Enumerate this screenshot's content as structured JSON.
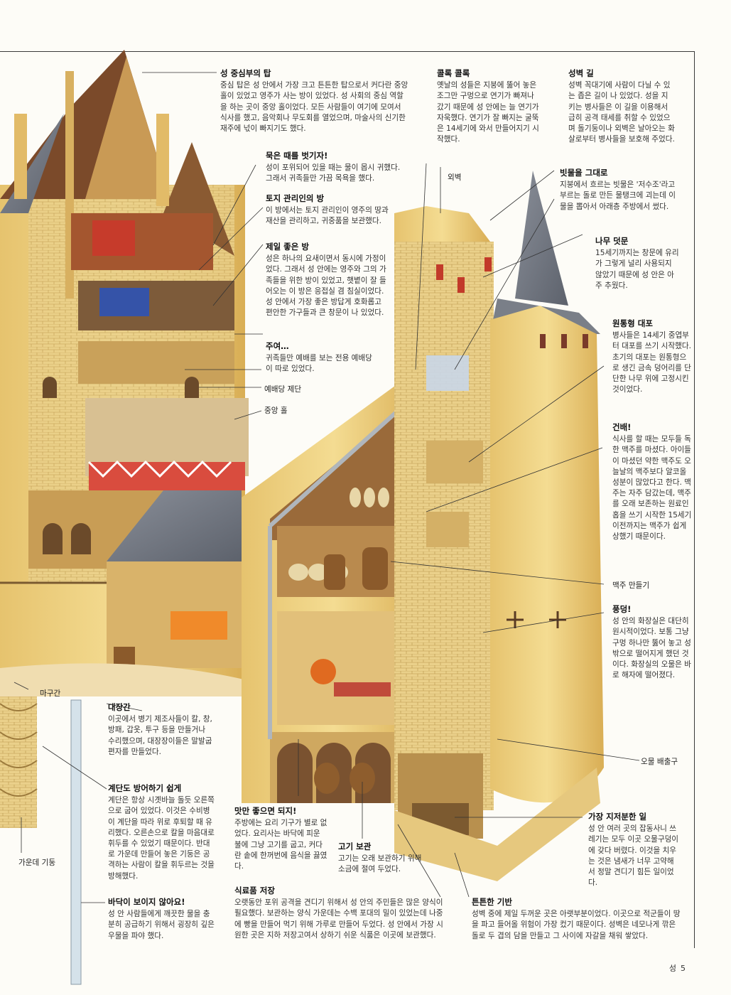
{
  "page": {
    "section": "성",
    "number": "5"
  },
  "callouts": {
    "keep": {
      "title": "성 중심부의 탑",
      "text": "중심 탑은 성 안에서 가장 크고 튼튼한 탑으로서 커다란 중앙 홀이 있었고 영주가 사는 방이 있었다. 성 사회의 중심 역할을 하는 곳이 중앙 홀이었다. 모든 사람들이 여기에 모여서 식사를 했고, 음악회나 무도회를 열었으며, 마술사의 신기한 재주에 넋이 빠지기도 했다."
    },
    "chimney": {
      "title": "콜록 콜록",
      "text": "옛날의 성들은 지붕에 뚫어 놓은 조그만 구멍으로 연기가 빠져나갔기 때문에 성 안에는 늘 연기가 자욱했다. 연기가 잘 빠지는 굴뚝은 14세기에 와서 만들어지기 시작했다."
    },
    "wallwalk": {
      "title": "성벽 길",
      "text": "성벽 꼭대기에 사람이 다닐 수 있는 좁은 길이 나 있었다. 성을 지키는 병사들은 이 길을 이용해서 급히 공격 태세를 취할 수 있었으며 돌기둥이나 외벽은 날아오는 화살로부터 병사들을 보호해 주었다."
    },
    "bath": {
      "title": "묵은 때를 벗기자!",
      "text": "성이 포위되어 있을 때는 물이 몹시 귀했다. 그래서 귀족들만 가끔 목욕을 했다."
    },
    "rain": {
      "title": "빗물을 그대로",
      "text": "지붕에서 흐르는 빗물은 '저수조'라고 부르는 돌로 만든 물탱크에 괴는데 이 물을 뽑아서 아래층 주방에서 썼다."
    },
    "steward": {
      "title": "토지 관리인의 방",
      "text": "이 방에서는 토지 관리인이 영주의 땅과 재산을 관리하고, 귀중품을 보관했다."
    },
    "shutters": {
      "title": "나무 덧문",
      "text": "15세기까지는 창문에 유리가 그렇게 널리 사용되지 않았기 때문에 성 안은 아주 추웠다."
    },
    "bestroom": {
      "title": "제일 좋은 방",
      "text": "성은 하나의 요새이면서 동시에 가정이었다. 그래서 성 안에는 영주와 그의 가족들을 위한 방이 있었고, 햇볕이 잘 들어오는 이 방은 응접실 겸 침실이었다. 성 안에서 가장 좋은 방답게 호화롭고 편안한 가구들과 큰 창문이 나 있었다."
    },
    "cannon": {
      "title": "원통형 대포",
      "text": "병사들은 14세기 중엽부터 대포를 쓰기 시작했다. 초기의 대포는 원통형으로 생긴 금속 덩어리를 단단한 나무 위에 고정시킨 것이었다."
    },
    "lord": {
      "title": "주여…",
      "text": "귀족들만 예배를 보는 전용 예배당이 따로 있었다."
    },
    "cheers": {
      "title": "건배!",
      "text": "식사를 할 때는 모두들 독한 맥주를 마셨다. 아이들이 마셨던 약한 맥주도 오늘날의 맥주보다 알코올 성분이 많았다고 한다. 맥주는 자주 담갔는데, 맥주를 오래 보존하는 원료인 홉을 쓰기 시작한 15세기 이전까지는 맥주가 쉽게 상했기 때문이다."
    },
    "plop": {
      "title": "풍덩!",
      "text": "성 안의 화장실은 대단히 원시적이었다. 보통 그냥 구멍 하나만 뚫어 놓고 성 밖으로 떨어지게 했던 것이다. 화장실의 오물은 바로 해자에 떨어졌다."
    },
    "smithy": {
      "title": "대장간",
      "text": "이곳에서 병기 제조사들이 칼, 창, 방패, 갑옷, 투구 등을 만들거나 수리했으며, 대장장이들은 말발굽 편자를 만들었다."
    },
    "stairs": {
      "title": "계단도 방어하기 쉽게",
      "text": "계단은 항상 시곗바늘 돌듯 오른쪽으로 굽어 있었다. 이것은 수비병이 계단을 따라 위로 후퇴할 때 유리했다. 오른손으로 칼을 마음대로 휘두를 수 있었기 때문이다. 반대로 가운데 만들어 놓은 기둥은 공격하는 사람이 칼을 휘두르는 것을 방해했다."
    },
    "dirtiest": {
      "title": "가장 지저분한 일",
      "text": "성 안 여러 곳의 잡동사니 쓰레기는 모두 이곳 오물구덩이에 갖다 버렸다. 이것을 치우는 것은 냄새가 너무 고약해서 정말 견디기 힘든 일이었다."
    },
    "tasty": {
      "title": "맛만 좋으면 되지!",
      "text": "주방에는 요리 기구가 별로 없었다. 요리사는 바닥에 피운 불에 그냥 고기를 굽고, 커다란 솥에 한꺼번에 음식을 끓였다."
    },
    "meat": {
      "title": "고기 보관",
      "text": "고기는 오래 보관하기 위해 소금에 절여 두었다."
    },
    "well": {
      "title": "바닥이 보이지 않아요!",
      "text": "성 안 사람들에게 깨끗한 물을 충분히 공급하기 위해서 굉장히 깊은 우물을 파야 했다."
    },
    "storage": {
      "title": "식료품 저장",
      "text": "오랫동안 포위 공격을 견디기 위해서 성 안의 주민들은 많은 양식이 필요했다. 보관하는 양식 가운데는 수백 포대의 밀이 있었는데 나중에 빵을 만들어 먹기 위해 가루로 만들어 두었다. 성 안에서 가장 시원한 곳은 지하 저장고여서 상하기 쉬운 식품은 이곳에 보관했다."
    },
    "foundation": {
      "title": "튼튼한 기반",
      "text": "성벽 중에 제일 두꺼운 곳은 아랫부분이었다. 이곳으로 적군들이 땅을 파고 들어올 위험이 가장 컸기 때문이다. 성벽은 네모나게 깎은 돌로 두 겹의 담을 만들고 그 사이에 자갈을 채워 쌓았다."
    }
  },
  "labels": {
    "outer_wall": "외벽",
    "altar": "예배당 제단",
    "great_hall": "중앙 홀",
    "brewing": "맥주 만들기",
    "stable": "마구간",
    "chute": "오물 배출구",
    "newel": "가운데 기둥"
  }
}
